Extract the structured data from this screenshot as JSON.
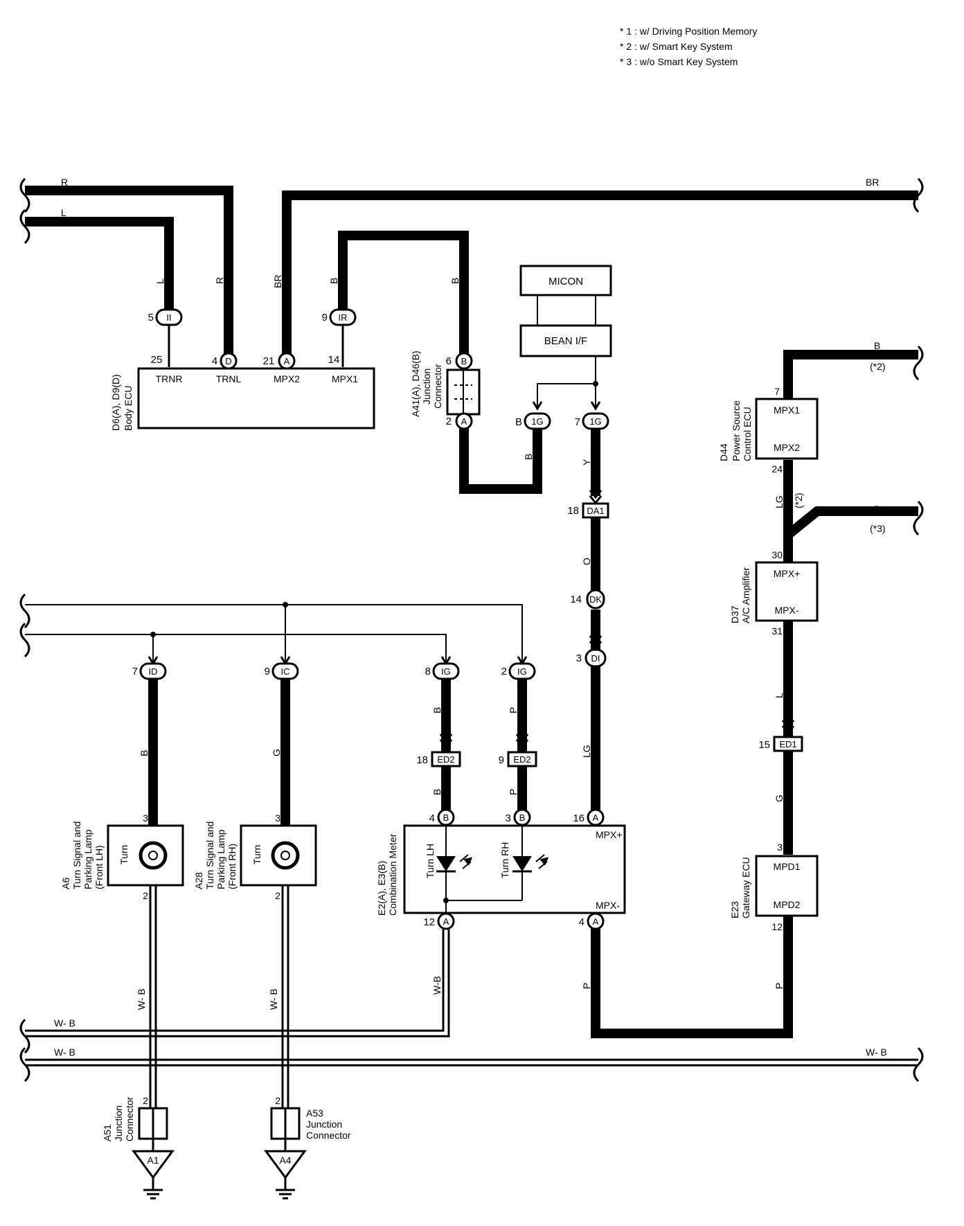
{
  "notes": [
    "* 1 : w/ Driving Position Memory",
    "* 2 : w/ Smart Key System",
    "* 3 : w/o Smart Key System"
  ],
  "wires": {
    "r": "R",
    "l": "L",
    "br": "BR",
    "b": "B",
    "y": "Y",
    "o": "O",
    "lg": "LG",
    "g": "G",
    "p": "P",
    "wb": "W-B",
    "wb_spaced": "W- B"
  },
  "footnote_marks": {
    "n2": "(*2)",
    "n3": "(*3)"
  },
  "body_ecu": {
    "ref": "D6(A), D9(D)",
    "name": "Body ECU",
    "terminals": [
      "TRNR",
      "TRNL",
      "MPX2",
      "MPX1"
    ],
    "pins": [
      "25",
      "4",
      "21",
      "14"
    ]
  },
  "junction_a41": {
    "ref": "A41(A), D46(B)",
    "line1": "Junction",
    "line2": "Connector",
    "pin_top": "6",
    "pin_bottom": "2"
  },
  "micon": "MICON",
  "bean_if": "BEAN I/F",
  "power_ecu": {
    "ref": "D44",
    "line1": "Power Source",
    "line2": "Control ECU",
    "t1": "MPX1",
    "t2": "MPX2",
    "p1": "7",
    "p2": "24"
  },
  "ac_amp": {
    "ref": "D37",
    "name": "A/C Amplifier",
    "t1": "MPX+",
    "t2": "MPX-",
    "p1": "30",
    "p2": "31"
  },
  "gateway_ecu": {
    "ref": "E23",
    "name": "Gateway ECU",
    "t1": "MPD1",
    "t2": "MPD2",
    "p1": "3",
    "p2": "12"
  },
  "combo_meter": {
    "ref": "E2(A), E3(B)",
    "name": "Combination Meter",
    "turn_lh": "Turn LH",
    "turn_rh": "Turn RH",
    "mpx_plus": "MPX+",
    "mpx_minus": "MPX-"
  },
  "lamp_lh": {
    "ref": "A6",
    "line1": "Turn Signal and",
    "line2": "Parking Lamp",
    "line3": "(Front LH)",
    "turn": "Turn"
  },
  "lamp_rh": {
    "ref": "A28",
    "line1": "Turn Signal and",
    "line2": "Parking Lamp",
    "line3": "(Front RH)",
    "turn": "Turn"
  },
  "jc_a51": {
    "ref": "A51",
    "line1": "Junction",
    "line2": "Connector"
  },
  "jc_a53": {
    "ref": "A53",
    "line1": "Junction",
    "line2": "Connector"
  },
  "grounds": {
    "a1": "A1",
    "a4": "A4"
  },
  "connectors": {
    "ii": "II",
    "ir": "IR",
    "d": "D",
    "a": "A",
    "b": "B",
    "g1": "1G",
    "da1": "DA1",
    "dk": "DK",
    "di": "DI",
    "id": "ID",
    "ic": "IC",
    "ig": "IG",
    "ed2": "ED2",
    "ed1": "ED1"
  },
  "pins": {
    "p2": "2",
    "p3": "3",
    "p4": "4",
    "p5": "5",
    "p7": "7",
    "p8": "8",
    "p9": "9",
    "p12": "12",
    "p14": "14",
    "p15": "15",
    "p16": "16",
    "p18": "18"
  }
}
